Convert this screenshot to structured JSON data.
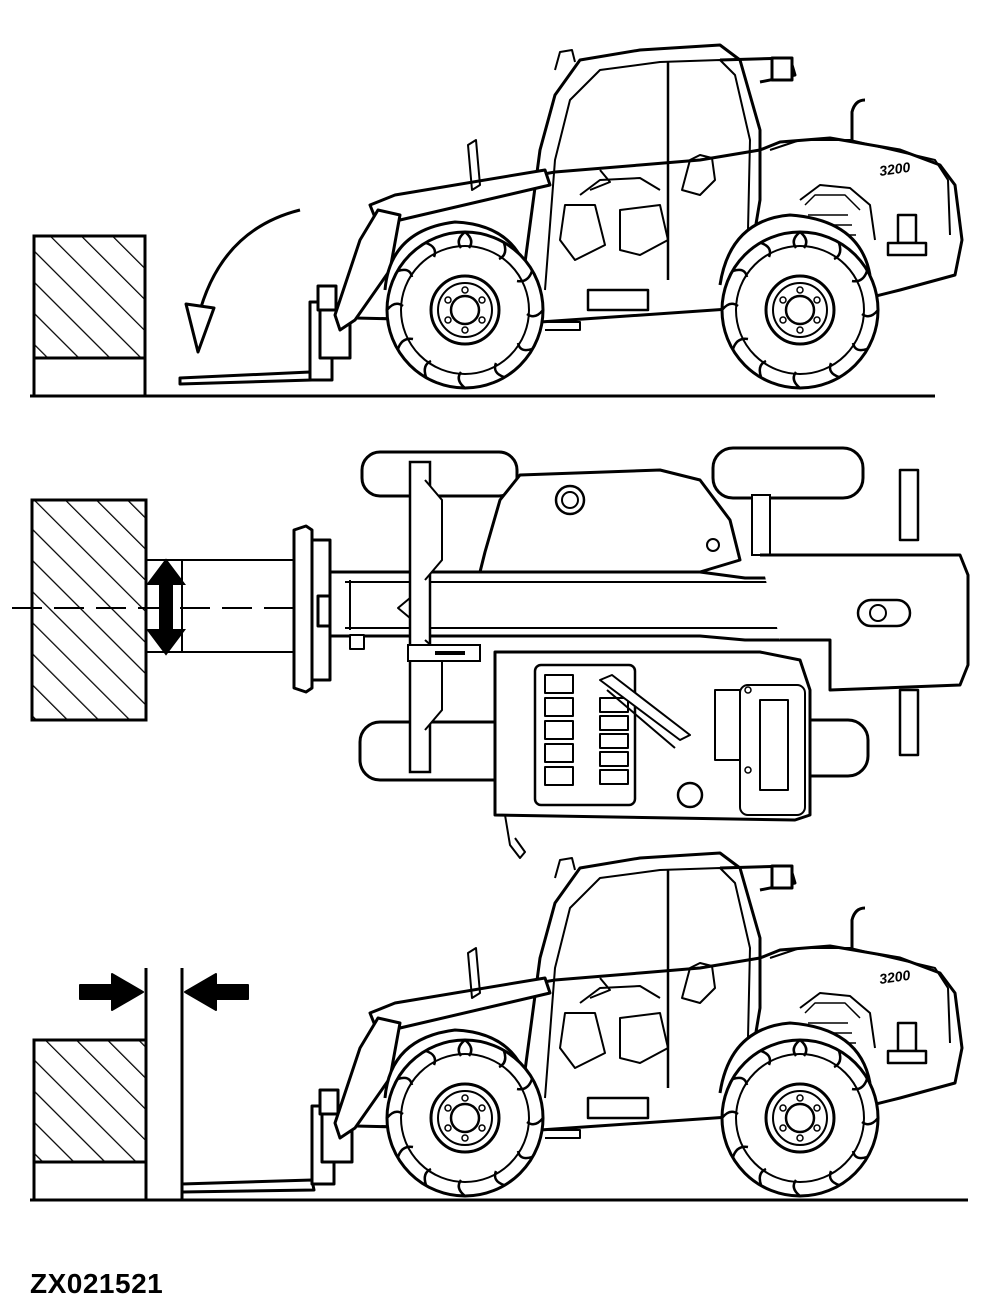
{
  "figure": {
    "id_label": "ZX021521",
    "model_badge_top": "3200",
    "model_badge_bottom": "3200"
  },
  "colors": {
    "line": "#000000",
    "background": "#ffffff"
  }
}
